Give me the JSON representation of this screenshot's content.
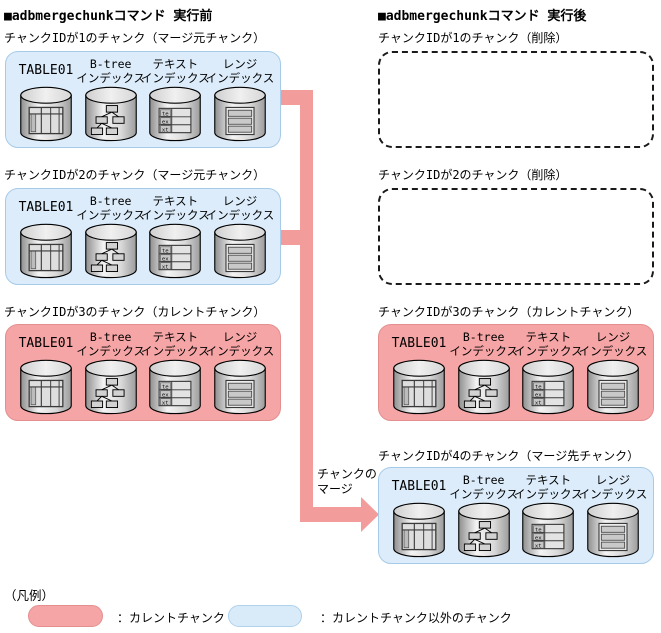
{
  "titles": {
    "before": "■adbmergechunkコマンド 実行前",
    "after": "■adbmergechunkコマンド 実行後"
  },
  "chunks_before": [
    {
      "heading": "チャンクIDが1のチャンク（マージ元チャンク）",
      "style": "blue"
    },
    {
      "heading": "チャンクIDが2のチャンク（マージ元チャンク）",
      "style": "blue"
    },
    {
      "heading": "チャンクIDが3のチャンク（カレントチャンク）",
      "style": "pink"
    }
  ],
  "chunks_after": [
    {
      "heading": "チャンクIDが1のチャンク（削除）",
      "style": "dashed"
    },
    {
      "heading": "チャンクIDが2のチャンク（削除）",
      "style": "dashed"
    },
    {
      "heading": "チャンクIDが3のチャンク（カレントチャンク）",
      "style": "pink"
    },
    {
      "heading": "チャンクIDが4のチャンク（マージ先チャンク）",
      "style": "blue"
    }
  ],
  "cylinder_labels": {
    "table": "TABLE01",
    "btree_line1": "B-tree",
    "btree_line2": "インデックス",
    "text_line1": "テキスト",
    "text_line2": "インデックス",
    "range_line1": "レンジ",
    "range_line2": "インデックス"
  },
  "text_index_icon_rows": {
    "r1": "te",
    "r2": "ex",
    "r3": "xt"
  },
  "merge_arrow": {
    "label_line1": "チャンクの",
    "label_line2": "マージ",
    "color": "#f29c9c"
  },
  "legend": {
    "title": "（凡例）",
    "current_chunk_label": "：カレントチャンク",
    "other_chunk_label": "：カレントチャンク以外のチャンク",
    "current_chunk_color": "#f5a5a5",
    "other_chunk_color": "#d9eaf9"
  },
  "colors": {
    "non_current_box_fill": "#dcecfa",
    "non_current_box_border": "#a6cbe9",
    "current_box_fill": "#f5a5a5",
    "current_box_border": "#e38f8f",
    "arrow": "#f29c9c"
  }
}
